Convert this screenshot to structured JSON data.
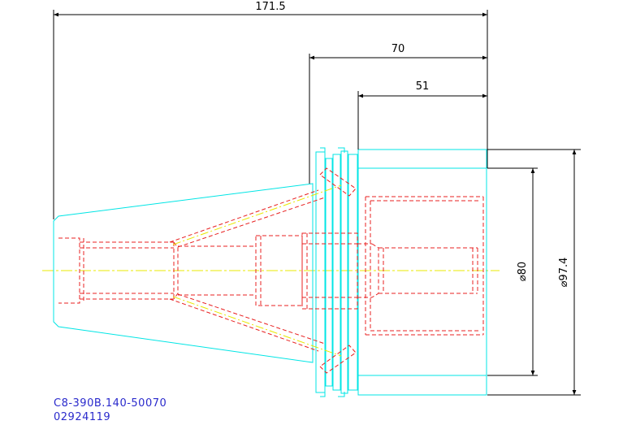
{
  "dimensions": {
    "overall_length": "171.5",
    "flange_to_end": "70",
    "body_length": "51",
    "bore_diameter": "⌀80",
    "outer_diameter": "⌀97.4"
  },
  "caption": {
    "part_number": "C8-390B.140-50070",
    "code": "02924119"
  },
  "colors": {
    "outline": "#00e5e5",
    "hidden": "#e82020",
    "center": "#e8e800",
    "dimension": "#000000",
    "caption": "#2a2acc"
  }
}
